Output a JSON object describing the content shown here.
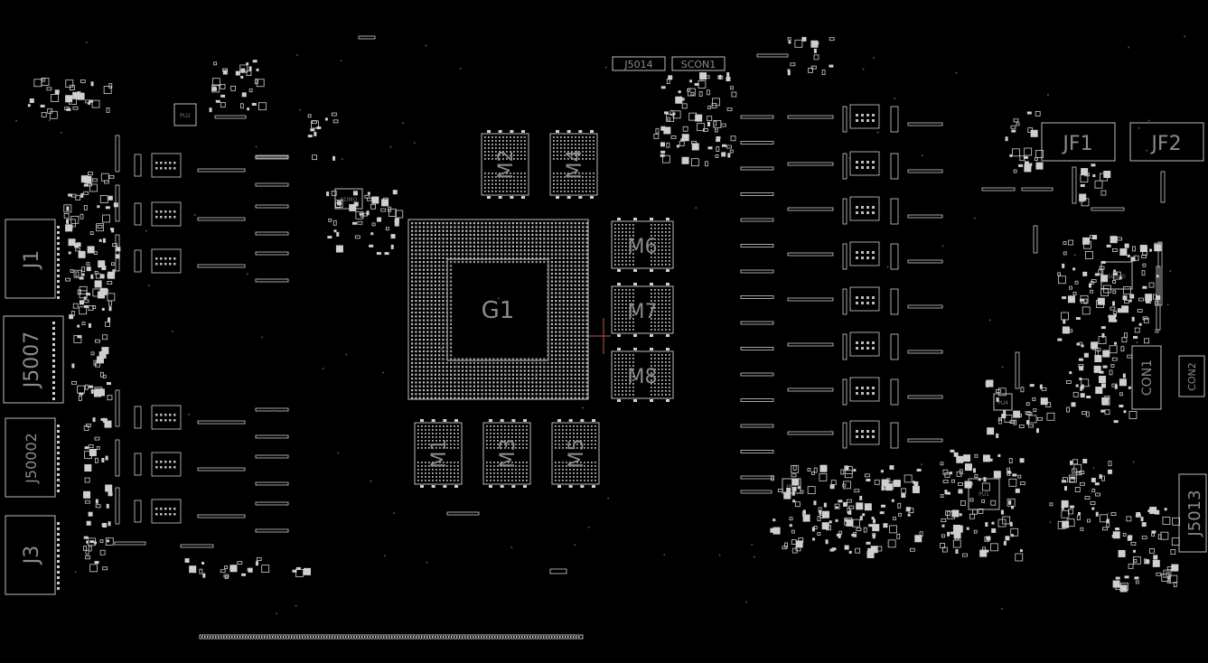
{
  "board": {
    "background": "#000000",
    "line_color": "#cfcfcf",
    "label_color": "#8a8a8a",
    "gpu": {
      "ref": "G1"
    },
    "memory": [
      "M1",
      "M2",
      "M3",
      "M4",
      "M5",
      "M6",
      "M7",
      "M8"
    ],
    "connectors_left": [
      "J1",
      "J5007",
      "J50002",
      "J3"
    ],
    "connectors_right": [
      "JF1",
      "JF2",
      "CON1",
      "CON2",
      "J5013"
    ],
    "top_labels": [
      "J5014",
      "SCON1"
    ],
    "small_labels": [
      "RDMO",
      "PU2",
      "PU1",
      "PU4",
      "SU400",
      "PR1"
    ]
  }
}
